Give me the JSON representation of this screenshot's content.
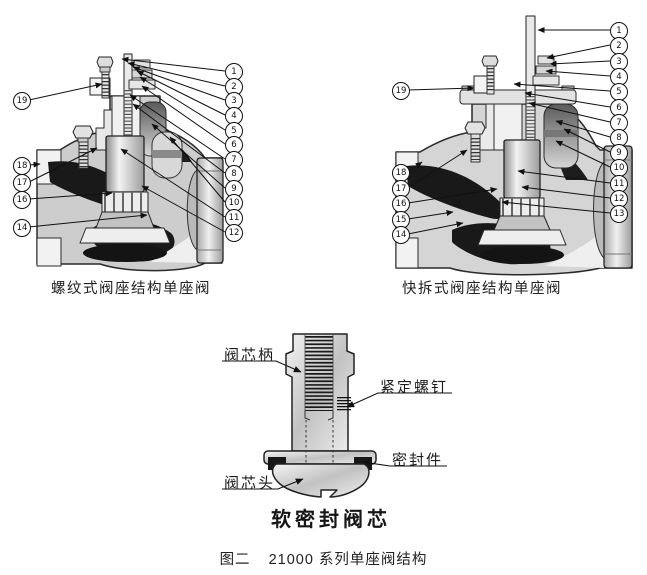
{
  "figure": {
    "prefix": "图二",
    "title": "21000 系列单座阀结构"
  },
  "colors": {
    "ink": "#1a1a1a",
    "paper": "#ffffff",
    "metal_light": "#f0f0f0",
    "metal_mid": "#c9c9c9",
    "metal_dark": "#161616"
  },
  "diagrams": {
    "threaded": {
      "caption": "螺纹式阀座结构单座阀",
      "right_callouts": [
        "1",
        "2",
        "3",
        "4",
        "5",
        "6",
        "7",
        "8",
        "9",
        "10",
        "11",
        "12"
      ],
      "left_callouts": [
        "19",
        "18",
        "17",
        "16",
        "14"
      ]
    },
    "quick": {
      "caption": "快拆式阀座结构单座阀",
      "right_callouts": [
        "1",
        "2",
        "3",
        "4",
        "5",
        "6",
        "7",
        "8",
        "9",
        "10",
        "11",
        "12",
        "13"
      ],
      "left_callouts": [
        "19",
        "18",
        "17",
        "16",
        "15",
        "14"
      ]
    },
    "core": {
      "caption": "软密封阀芯",
      "labels": {
        "stem": "阀芯柄",
        "set_screw": "紧定螺钉",
        "seal": "密封件",
        "head": "阀芯头"
      }
    }
  }
}
